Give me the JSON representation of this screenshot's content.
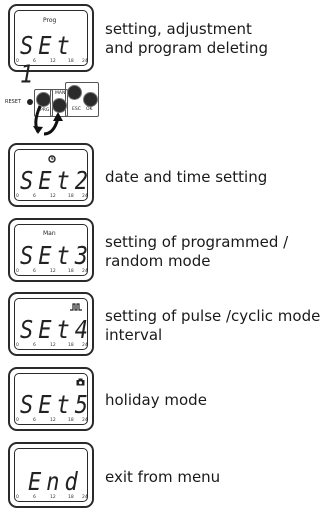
{
  "menu": [
    {
      "display": "SEt 1",
      "indicator": "Prog",
      "description": [
        "setting, adjustment",
        "and program deleting"
      ]
    },
    {
      "display": "SEt2",
      "indicator": "clock-icon",
      "description": [
        "date and time setting"
      ]
    },
    {
      "display": "SEt3",
      "indicator": "Man",
      "description": [
        "setting of programmed /",
        "random mode"
      ]
    },
    {
      "display": "SEt4",
      "indicator": "pulse-icon",
      "description": [
        "setting of pulse /cyclic mode",
        "interval"
      ]
    },
    {
      "display": "SEt5",
      "indicator": "camera-icon",
      "description": [
        "holiday mode"
      ]
    },
    {
      "display": "End",
      "indicator": "",
      "description": [
        "exit from menu"
      ]
    }
  ],
  "time_ticks": [
    "0",
    "6",
    "12",
    "18",
    "24"
  ],
  "keypad": {
    "reset_label": "RESET",
    "keys": [
      "PRG",
      "MAN",
      "ESC",
      "OK"
    ]
  }
}
